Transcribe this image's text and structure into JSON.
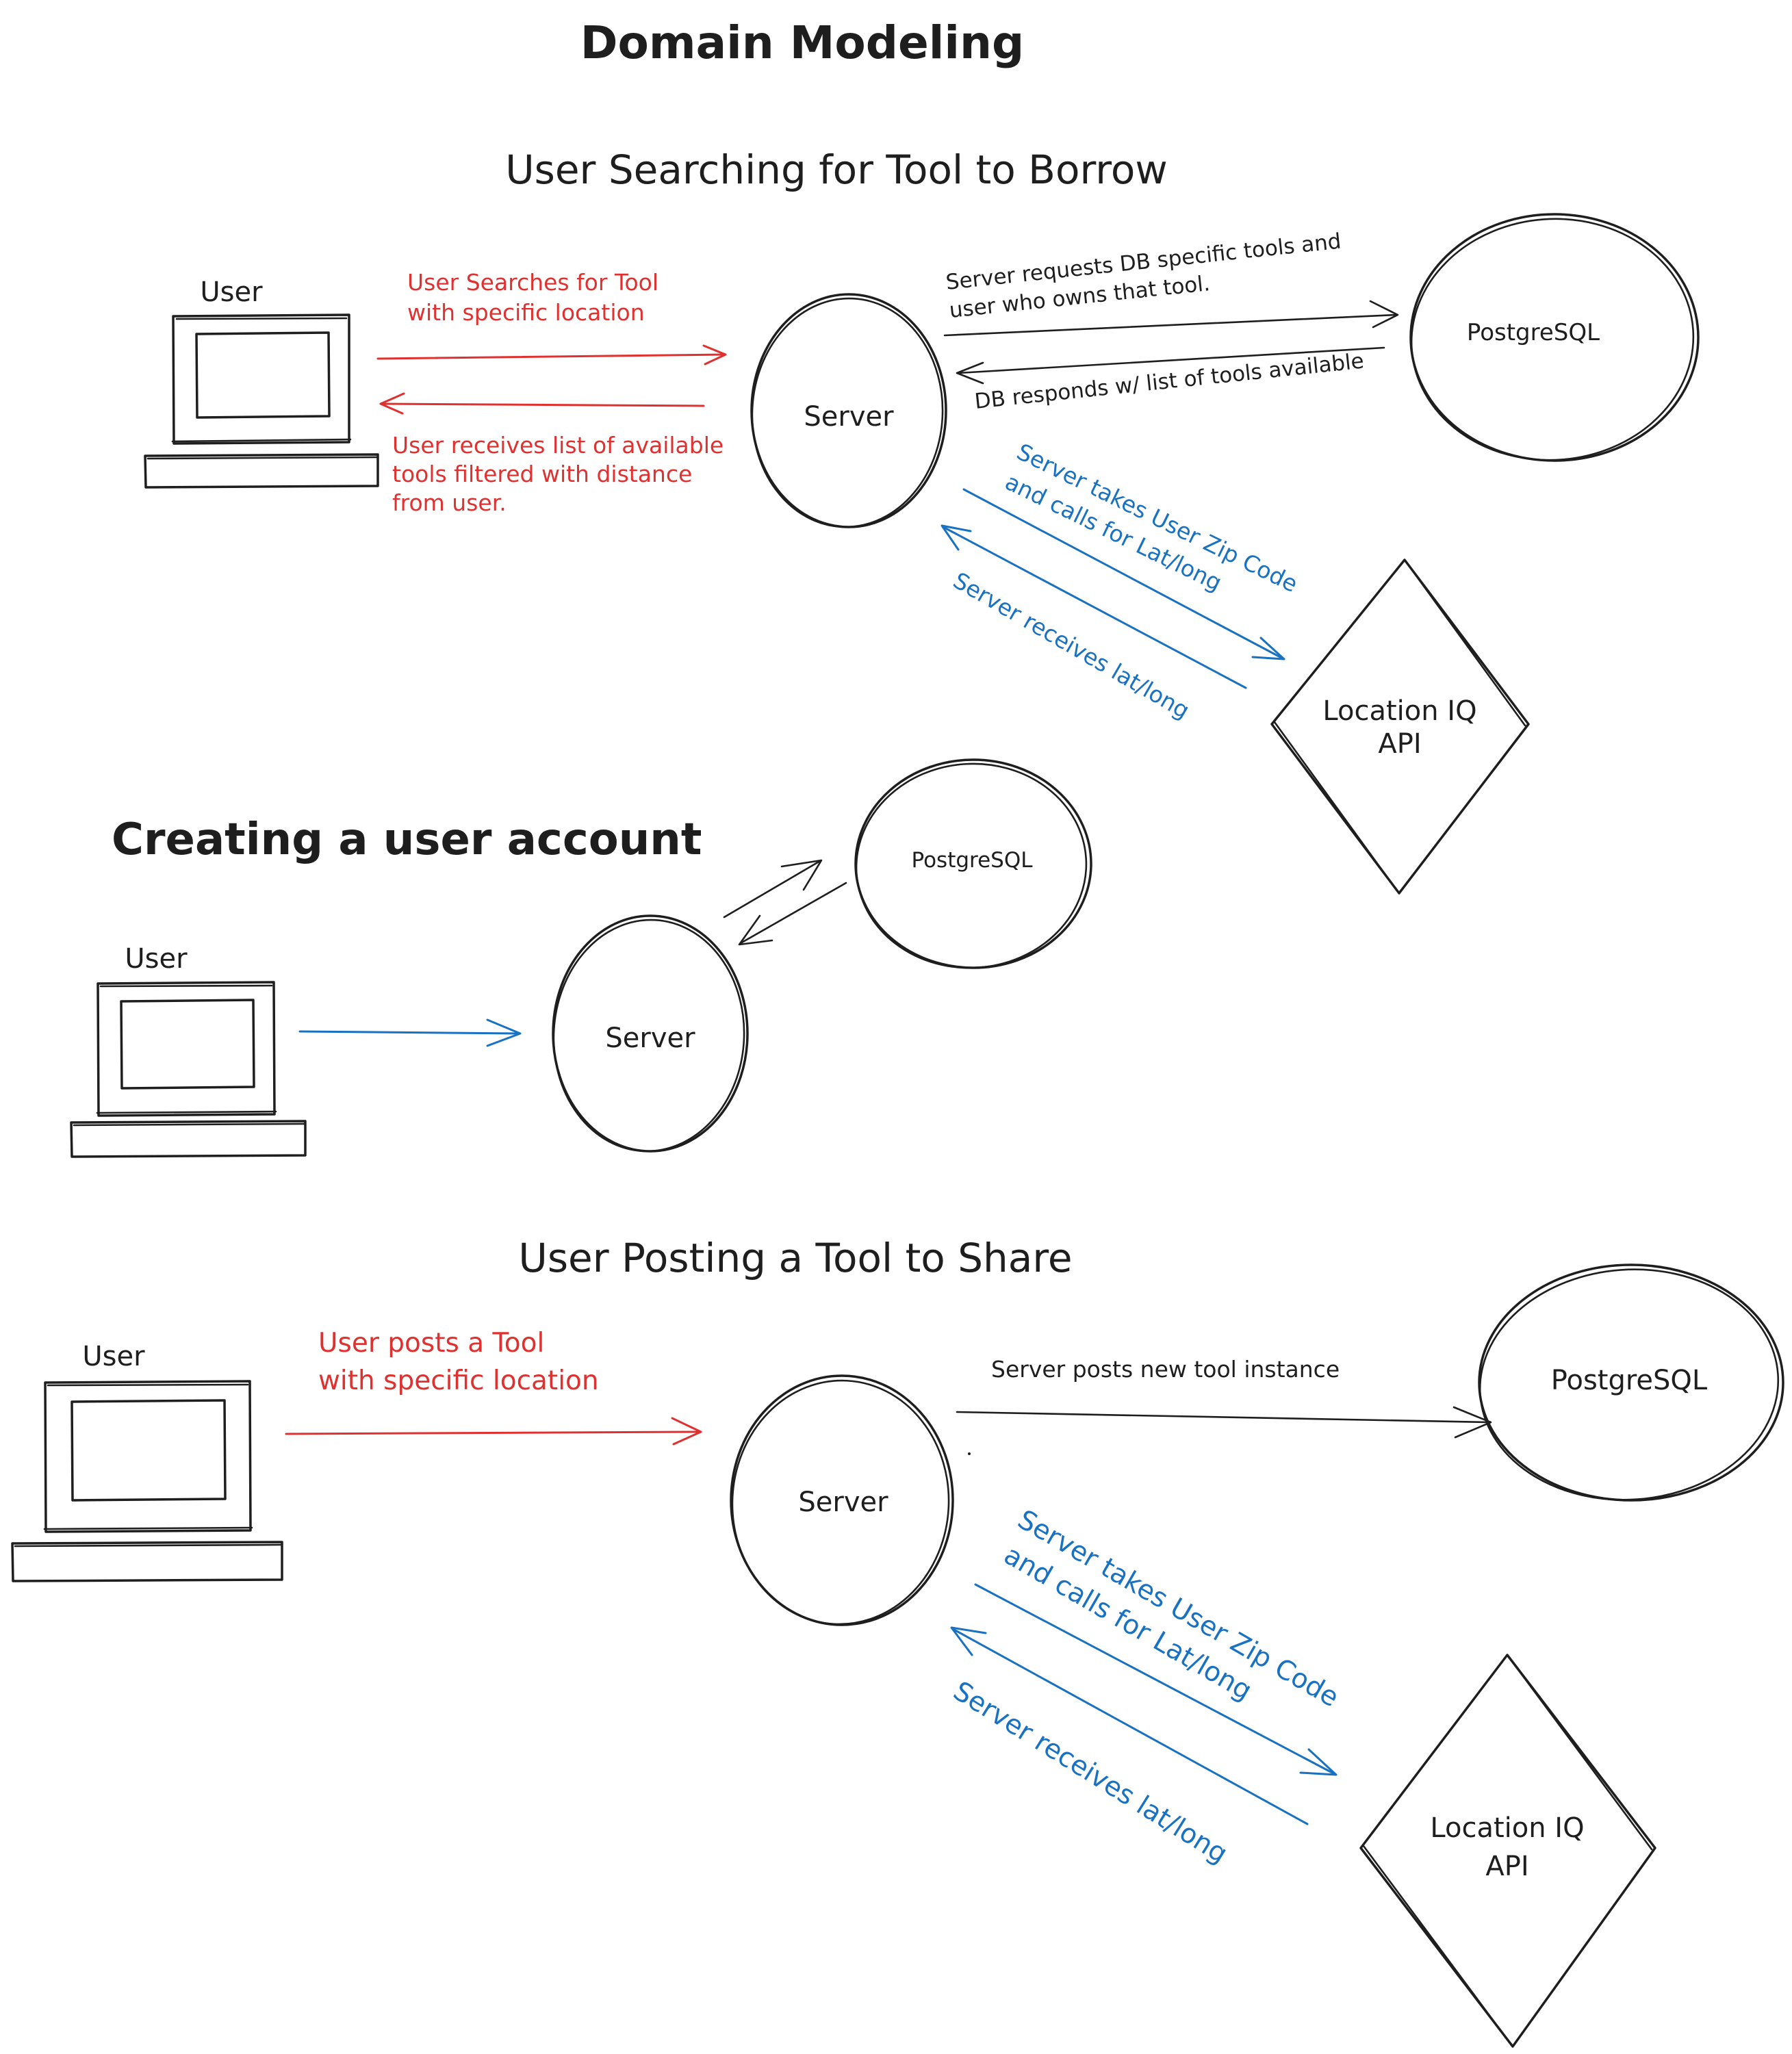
{
  "title": "Domain Modeling",
  "colors": {
    "ink": "#1e1e1e",
    "red": "#e03131",
    "blue": "#1971c2",
    "background": "#ffffff"
  },
  "section1": {
    "heading": "User Searching for Tool to Borrow",
    "user_label": "User",
    "server_label": "Server",
    "db_label": "PostgreSQL",
    "api_label_line1": "Location IQ",
    "api_label_line2": "API",
    "user_to_server_line1": "User Searches for Tool",
    "user_to_server_line2": "with specific location",
    "server_to_user_line1": "User receives list of available",
    "server_to_user_line2": "tools filtered with distance",
    "server_to_user_line3": "from user.",
    "server_to_db_line1": "Server requests DB specific tools and",
    "server_to_db_line2": "user who owns that tool.",
    "db_to_server": "DB responds w/ list of tools available",
    "server_to_api_line1": "Server takes User Zip Code",
    "server_to_api_line2": "and calls for Lat/long",
    "api_to_server": "Server receives lat/long"
  },
  "section2": {
    "heading": "Creating a user account",
    "user_label": "User",
    "server_label": "Server",
    "db_label": "PostgreSQL"
  },
  "section3": {
    "heading": "User Posting a Tool to Share",
    "user_label": "User",
    "server_label": "Server",
    "db_label": "PostgreSQL",
    "api_label_line1": "Location IQ",
    "api_label_line2": "API",
    "user_to_server_line1": "User posts a Tool",
    "user_to_server_line2": "with specific location",
    "server_to_db": "Server posts new tool instance",
    "server_to_api_line1": "Server takes User Zip Code",
    "server_to_api_line2": "and calls for Lat/long",
    "api_to_server": "Server receives lat/long"
  }
}
